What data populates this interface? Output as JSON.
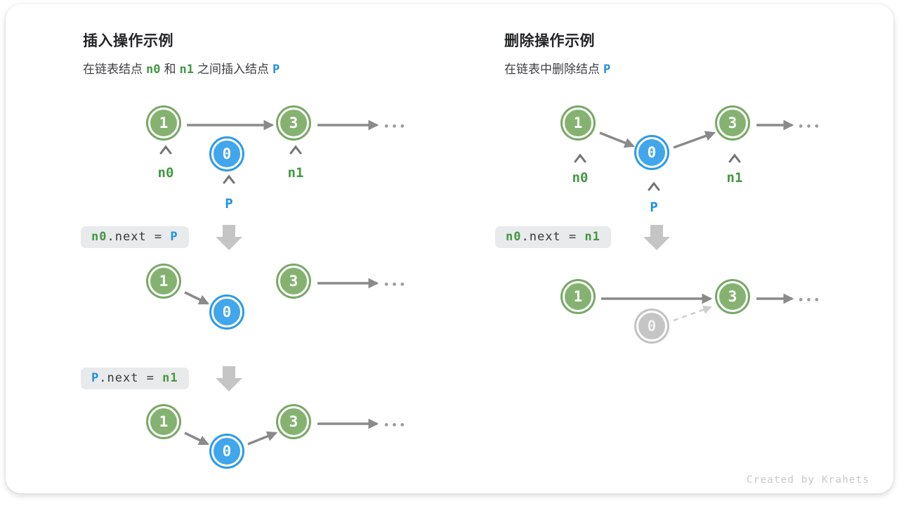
{
  "colors": {
    "node_green": "#85b271",
    "node_blue": "#41a6eb",
    "node_gray": "#c5c5c5",
    "label_green": "#429842",
    "label_blue": "#2090dd",
    "arrow_gray": "#8a8a8a",
    "dashed_arrow_gray": "#cdcdcd",
    "block_arrow_gray": "#c5c5c5",
    "code_box_bg": "#e9eaeb"
  },
  "insert": {
    "title": "插入操作示例",
    "subtitle": {
      "text1": "在链表结点",
      "n0": "n0",
      "text2": "和",
      "n1": "n1",
      "text3": "之间插入结点",
      "p": "P"
    },
    "labels": {
      "n0": "n0",
      "p": "P",
      "n1": "n1"
    },
    "nodes": {
      "first": "1",
      "inserted": "0",
      "second": "3"
    },
    "ellipsis": "•••",
    "code1": {
      "lhs": "n0",
      "mid": ".next = ",
      "rhs": "P"
    },
    "code2": {
      "lhs": "P",
      "mid": ".next = ",
      "rhs": "n1"
    }
  },
  "delete": {
    "title": "删除操作示例",
    "subtitle": {
      "text1": "在链表中删除结点",
      "p": "P"
    },
    "labels": {
      "n0": "n0",
      "p": "P",
      "n1": "n1"
    },
    "nodes": {
      "first": "1",
      "removed": "0",
      "second": "3"
    },
    "ellipsis": "•••",
    "code1": {
      "lhs": "n0",
      "mid": ".next = ",
      "rhs": "n1"
    }
  },
  "footer": {
    "credit": "Created by Krahets"
  }
}
